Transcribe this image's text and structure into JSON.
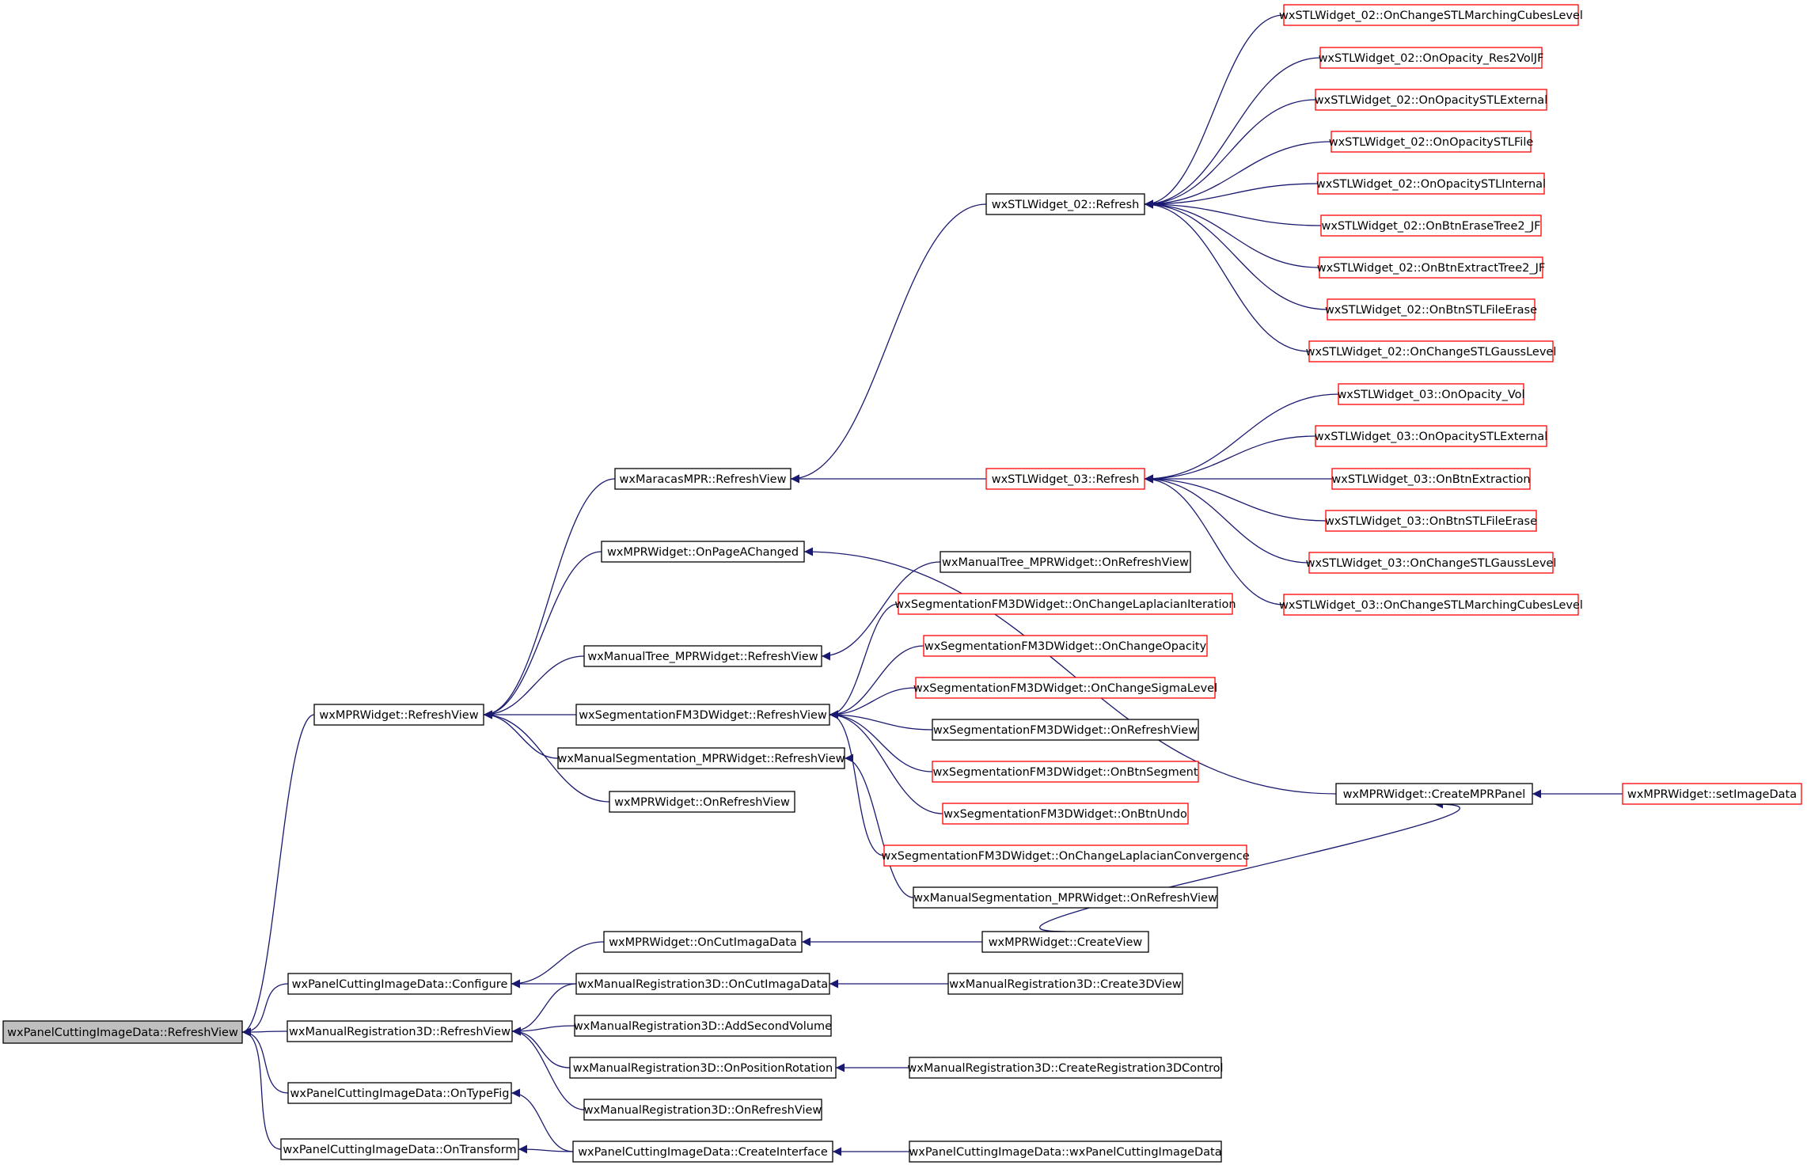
{
  "colors": {
    "edge": "#191970",
    "box_normal": "#000000",
    "box_truncated": "#ff0000",
    "box_root_fill": "#bfbfbf",
    "box_fill": "#ffffff"
  },
  "nodes": [
    {
      "id": "root",
      "label": "wxPanelCuttingImageData::RefreshView",
      "kind": "root"
    },
    {
      "id": "mprRefresh",
      "label": "wxMPRWidget::RefreshView",
      "kind": "normal"
    },
    {
      "id": "pcidConfigure",
      "label": "wxPanelCuttingImageData::Configure",
      "kind": "normal"
    },
    {
      "id": "mr3dRefresh",
      "label": "wxManualRegistration3D::RefreshView",
      "kind": "normal"
    },
    {
      "id": "pcidOnTypeFig",
      "label": "wxPanelCuttingImageData::OnTypeFig",
      "kind": "normal"
    },
    {
      "id": "pcidOnTransform",
      "label": "wxPanelCuttingImageData::OnTransform",
      "kind": "normal"
    },
    {
      "id": "maracasRefresh",
      "label": "wxMaracasMPR::RefreshView",
      "kind": "normal"
    },
    {
      "id": "mprOnPageA",
      "label": "wxMPRWidget::OnPageAChanged",
      "kind": "normal"
    },
    {
      "id": "mtRefresh",
      "label": "wxManualTree_MPRWidget::RefreshView",
      "kind": "normal"
    },
    {
      "id": "segRefresh",
      "label": "wxSegmentationFM3DWidget::RefreshView",
      "kind": "normal"
    },
    {
      "id": "msRefresh",
      "label": "wxManualSegmentation_MPRWidget::RefreshView",
      "kind": "normal"
    },
    {
      "id": "mprOnRefresh",
      "label": "wxMPRWidget::OnRefreshView",
      "kind": "normal"
    },
    {
      "id": "mprOnCut",
      "label": "wxMPRWidget::OnCutImagaData",
      "kind": "normal"
    },
    {
      "id": "mr3dOnCut",
      "label": "wxManualRegistration3D::OnCutImagaData",
      "kind": "normal"
    },
    {
      "id": "mr3dAddSecond",
      "label": "wxManualRegistration3D::AddSecondVolume",
      "kind": "normal"
    },
    {
      "id": "mr3dOnPos",
      "label": "wxManualRegistration3D::OnPositionRotation",
      "kind": "normal"
    },
    {
      "id": "mr3dOnRefresh",
      "label": "wxManualRegistration3D::OnRefreshView",
      "kind": "normal"
    },
    {
      "id": "pcidCreateInterface",
      "label": "wxPanelCuttingImageData::CreateInterface",
      "kind": "normal"
    },
    {
      "id": "stl02Refresh",
      "label": "wxSTLWidget_02::Refresh",
      "kind": "normal"
    },
    {
      "id": "stl03Refresh",
      "label": "wxSTLWidget_03::Refresh",
      "kind": "truncated"
    },
    {
      "id": "mtOnRefresh",
      "label": "wxManualTree_MPRWidget::OnRefreshView",
      "kind": "normal"
    },
    {
      "id": "segOnLapIter",
      "label": "wxSegmentationFM3DWidget::OnChangeLaplacianIteration",
      "kind": "truncated"
    },
    {
      "id": "segOnOpacity",
      "label": "wxSegmentationFM3DWidget::OnChangeOpacity",
      "kind": "truncated"
    },
    {
      "id": "segOnSigma",
      "label": "wxSegmentationFM3DWidget::OnChangeSigmaLevel",
      "kind": "truncated"
    },
    {
      "id": "segOnRefresh",
      "label": "wxSegmentationFM3DWidget::OnRefreshView",
      "kind": "normal"
    },
    {
      "id": "segOnBtnSeg",
      "label": "wxSegmentationFM3DWidget::OnBtnSegment",
      "kind": "truncated"
    },
    {
      "id": "segOnBtnUndo",
      "label": "wxSegmentationFM3DWidget::OnBtnUndo",
      "kind": "truncated"
    },
    {
      "id": "segOnLapConv",
      "label": "wxSegmentationFM3DWidget::OnChangeLaplacianConvergence",
      "kind": "truncated"
    },
    {
      "id": "msOnRefresh",
      "label": "wxManualSegmentation_MPRWidget::OnRefreshView",
      "kind": "normal"
    },
    {
      "id": "mprCreateView",
      "label": "wxMPRWidget::CreateView",
      "kind": "normal"
    },
    {
      "id": "mr3dCreate3D",
      "label": "wxManualRegistration3D::Create3DView",
      "kind": "normal"
    },
    {
      "id": "mr3dCreateReg",
      "label": "wxManualRegistration3D::CreateRegistration3DControl",
      "kind": "normal"
    },
    {
      "id": "pcidCtor",
      "label": "wxPanelCuttingImageData::wxPanelCuttingImageData",
      "kind": "normal"
    },
    {
      "id": "stl02A",
      "label": "wxSTLWidget_02::OnChangeSTLMarchingCubesLevel",
      "kind": "truncated"
    },
    {
      "id": "stl02B",
      "label": "wxSTLWidget_02::OnOpacity_Res2VolJF",
      "kind": "truncated"
    },
    {
      "id": "stl02C",
      "label": "wxSTLWidget_02::OnOpacitySTLExternal",
      "kind": "truncated"
    },
    {
      "id": "stl02D",
      "label": "wxSTLWidget_02::OnOpacitySTLFile",
      "kind": "truncated"
    },
    {
      "id": "stl02E",
      "label": "wxSTLWidget_02::OnOpacitySTLInternal",
      "kind": "truncated"
    },
    {
      "id": "stl02F",
      "label": "wxSTLWidget_02::OnBtnEraseTree2_JF",
      "kind": "truncated"
    },
    {
      "id": "stl02G",
      "label": "wxSTLWidget_02::OnBtnExtractTree2_JF",
      "kind": "truncated"
    },
    {
      "id": "stl02H",
      "label": "wxSTLWidget_02::OnBtnSTLFileErase",
      "kind": "truncated"
    },
    {
      "id": "stl02I",
      "label": "wxSTLWidget_02::OnChangeSTLGaussLevel",
      "kind": "truncated"
    },
    {
      "id": "stl03A",
      "label": "wxSTLWidget_03::OnOpacity_Vol",
      "kind": "truncated"
    },
    {
      "id": "stl03B",
      "label": "wxSTLWidget_03::OnOpacitySTLExternal",
      "kind": "truncated"
    },
    {
      "id": "stl03C",
      "label": "wxSTLWidget_03::OnBtnExtraction",
      "kind": "truncated"
    },
    {
      "id": "stl03D",
      "label": "wxSTLWidget_03::OnBtnSTLFileErase",
      "kind": "truncated"
    },
    {
      "id": "stl03E",
      "label": "wxSTLWidget_03::OnChangeSTLGaussLevel",
      "kind": "truncated"
    },
    {
      "id": "stl03F",
      "label": "wxSTLWidget_03::OnChangeSTLMarchingCubesLevel",
      "kind": "truncated"
    },
    {
      "id": "mprCreatePanel",
      "label": "wxMPRWidget::CreateMPRPanel",
      "kind": "normal"
    },
    {
      "id": "mprSetImage",
      "label": "wxMPRWidget::setImageData",
      "kind": "truncated"
    }
  ],
  "edges": [
    {
      "from": "mprRefresh",
      "to": "root"
    },
    {
      "from": "pcidConfigure",
      "to": "root"
    },
    {
      "from": "mr3dRefresh",
      "to": "root"
    },
    {
      "from": "pcidOnTypeFig",
      "to": "root"
    },
    {
      "from": "pcidOnTransform",
      "to": "root"
    },
    {
      "from": "maracasRefresh",
      "to": "mprRefresh"
    },
    {
      "from": "mprOnPageA",
      "to": "mprRefresh"
    },
    {
      "from": "mtRefresh",
      "to": "mprRefresh"
    },
    {
      "from": "segRefresh",
      "to": "mprRefresh"
    },
    {
      "from": "msRefresh",
      "to": "mprRefresh"
    },
    {
      "from": "mprOnRefresh",
      "to": "mprRefresh"
    },
    {
      "from": "mprOnCut",
      "to": "pcidConfigure"
    },
    {
      "from": "mr3dOnCut",
      "to": "pcidConfigure"
    },
    {
      "from": "mr3dOnCut",
      "to": "mr3dRefresh"
    },
    {
      "from": "mr3dAddSecond",
      "to": "mr3dRefresh"
    },
    {
      "from": "mr3dOnPos",
      "to": "mr3dRefresh"
    },
    {
      "from": "mr3dOnRefresh",
      "to": "mr3dRefresh"
    },
    {
      "from": "pcidCreateInterface",
      "to": "pcidOnTypeFig"
    },
    {
      "from": "pcidCreateInterface",
      "to": "pcidOnTransform"
    },
    {
      "from": "stl02Refresh",
      "to": "maracasRefresh"
    },
    {
      "from": "stl03Refresh",
      "to": "maracasRefresh"
    },
    {
      "from": "mprCreatePanel",
      "to": "mprOnPageA"
    },
    {
      "from": "mtOnRefresh",
      "to": "mtRefresh"
    },
    {
      "from": "segOnLapIter",
      "to": "segRefresh"
    },
    {
      "from": "segOnOpacity",
      "to": "segRefresh"
    },
    {
      "from": "segOnSigma",
      "to": "segRefresh"
    },
    {
      "from": "segOnRefresh",
      "to": "segRefresh"
    },
    {
      "from": "segOnBtnSeg",
      "to": "segRefresh"
    },
    {
      "from": "segOnBtnUndo",
      "to": "segRefresh"
    },
    {
      "from": "segOnLapConv",
      "to": "segRefresh"
    },
    {
      "from": "msOnRefresh",
      "to": "msRefresh"
    },
    {
      "from": "mprCreateView",
      "to": "mprOnCut"
    },
    {
      "from": "mr3dCreate3D",
      "to": "mr3dOnCut"
    },
    {
      "from": "mr3dCreateReg",
      "to": "mr3dOnPos"
    },
    {
      "from": "pcidCtor",
      "to": "pcidCreateInterface"
    },
    {
      "from": "stl02A",
      "to": "stl02Refresh"
    },
    {
      "from": "stl02B",
      "to": "stl02Refresh"
    },
    {
      "from": "stl02C",
      "to": "stl02Refresh"
    },
    {
      "from": "stl02D",
      "to": "stl02Refresh"
    },
    {
      "from": "stl02E",
      "to": "stl02Refresh"
    },
    {
      "from": "stl02F",
      "to": "stl02Refresh"
    },
    {
      "from": "stl02G",
      "to": "stl02Refresh"
    },
    {
      "from": "stl02H",
      "to": "stl02Refresh"
    },
    {
      "from": "stl02I",
      "to": "stl02Refresh"
    },
    {
      "from": "stl03A",
      "to": "stl03Refresh"
    },
    {
      "from": "stl03B",
      "to": "stl03Refresh"
    },
    {
      "from": "stl03C",
      "to": "stl03Refresh"
    },
    {
      "from": "stl03D",
      "to": "stl03Refresh"
    },
    {
      "from": "stl03E",
      "to": "stl03Refresh"
    },
    {
      "from": "stl03F",
      "to": "stl03Refresh"
    },
    {
      "from": "mprCreateView",
      "to": "mprCreatePanel"
    },
    {
      "from": "mprSetImage",
      "to": "mprCreatePanel"
    }
  ]
}
